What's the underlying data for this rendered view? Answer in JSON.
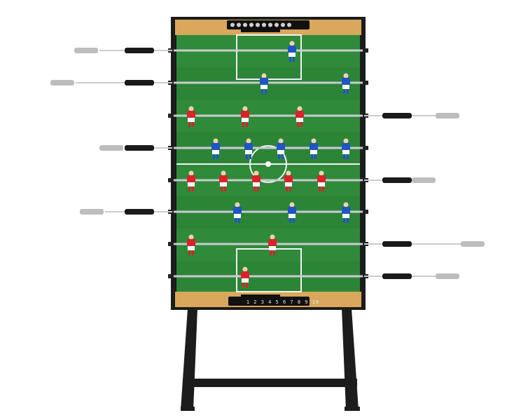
{
  "scene": {
    "subject": "foosball-table",
    "colors": {
      "background": "#ffffff",
      "field": "#2f8a3a",
      "field_dark": "#267531",
      "lines": "#f2f2f2",
      "frame": "#1c1c1c",
      "wood": "#d9a85c",
      "rod": "#c9ccd0",
      "handle": "#1a1a1a",
      "handle_end": "#bdbdbd",
      "team_red": "#d8232a",
      "team_blue": "#1f55c4"
    }
  },
  "scoreboards": {
    "top": "",
    "bottom": "1 2 3 4 5 6 7 8 9 10"
  },
  "rods": [
    {
      "team": "blue",
      "players": 1,
      "handle": "left"
    },
    {
      "team": "blue",
      "players": 2,
      "handle": "left"
    },
    {
      "team": "red",
      "players": 3,
      "handle": "right"
    },
    {
      "team": "blue",
      "players": 5,
      "handle": "left"
    },
    {
      "team": "red",
      "players": 5,
      "handle": "right"
    },
    {
      "team": "blue",
      "players": 3,
      "handle": "left"
    },
    {
      "team": "red",
      "players": 2,
      "handle": "right"
    },
    {
      "team": "red",
      "players": 1,
      "handle": "right"
    }
  ]
}
